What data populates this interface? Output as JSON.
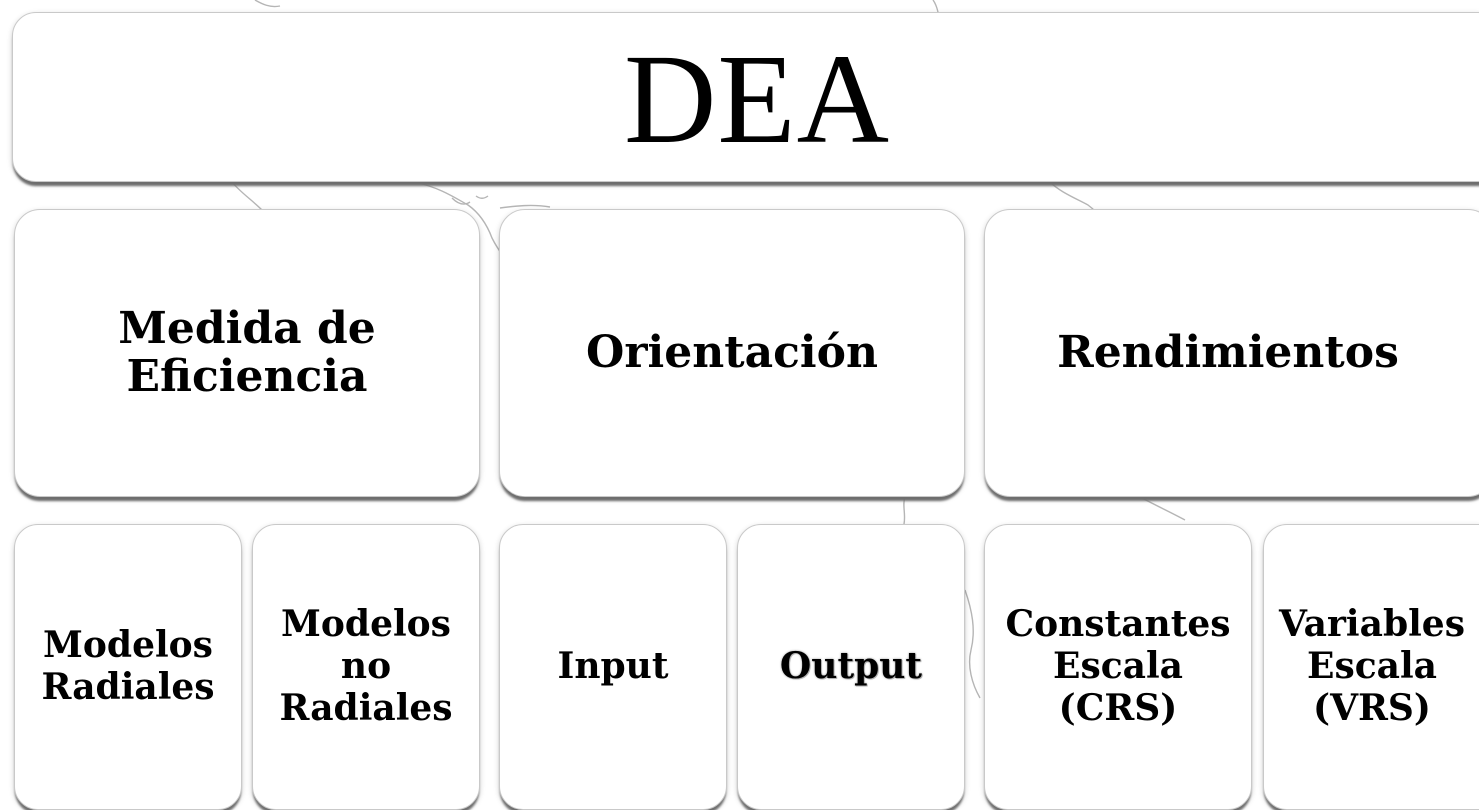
{
  "title": "DEA",
  "categories": [
    {
      "label_lines": [
        "Medida de",
        "Eficiencia"
      ]
    },
    {
      "label_lines": [
        "Orientación"
      ]
    },
    {
      "label_lines": [
        "Rendimientos"
      ]
    }
  ],
  "leaves": [
    {
      "label_lines": [
        "Modelos",
        "Radiales"
      ]
    },
    {
      "label_lines": [
        "Modelos",
        "no",
        "Radiales"
      ]
    },
    {
      "label_lines": [
        "Input"
      ]
    },
    {
      "label_lines": [
        "Output"
      ]
    },
    {
      "label_lines": [
        "Constantes",
        "Escala",
        "(CRS)"
      ]
    },
    {
      "label_lines": [
        "Variables",
        "Escala",
        "(VRS)"
      ]
    }
  ],
  "colors": {
    "box_fill": "#ffffff",
    "box_border": "#c9c9c9",
    "shadow": "#6e6e6e",
    "map_outline": "#b5b5b5",
    "text": "#000000"
  }
}
